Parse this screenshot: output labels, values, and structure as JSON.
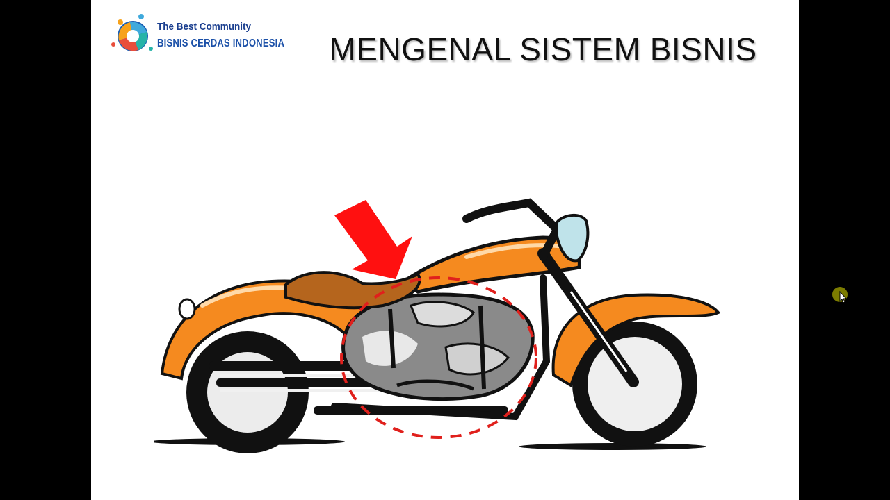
{
  "logo": {
    "line1": "The Best Community",
    "line2": "BISNIS CERDAS INDONESIA"
  },
  "slide": {
    "title": "MENGENAL SISTEM BISNIS"
  },
  "illustration": {
    "subject": "motorcycle",
    "callout": "arrow-pointing-to-engine",
    "highlight": "engine"
  },
  "colors": {
    "body": "#f58a1f",
    "seat": "#b5651d",
    "engine": "#8a8a8a",
    "arrow": "#ff1010",
    "highlight_ring": "#e0201c",
    "background": "#000000",
    "slide": "#ffffff",
    "cursor_ring": "#8a8a00"
  }
}
